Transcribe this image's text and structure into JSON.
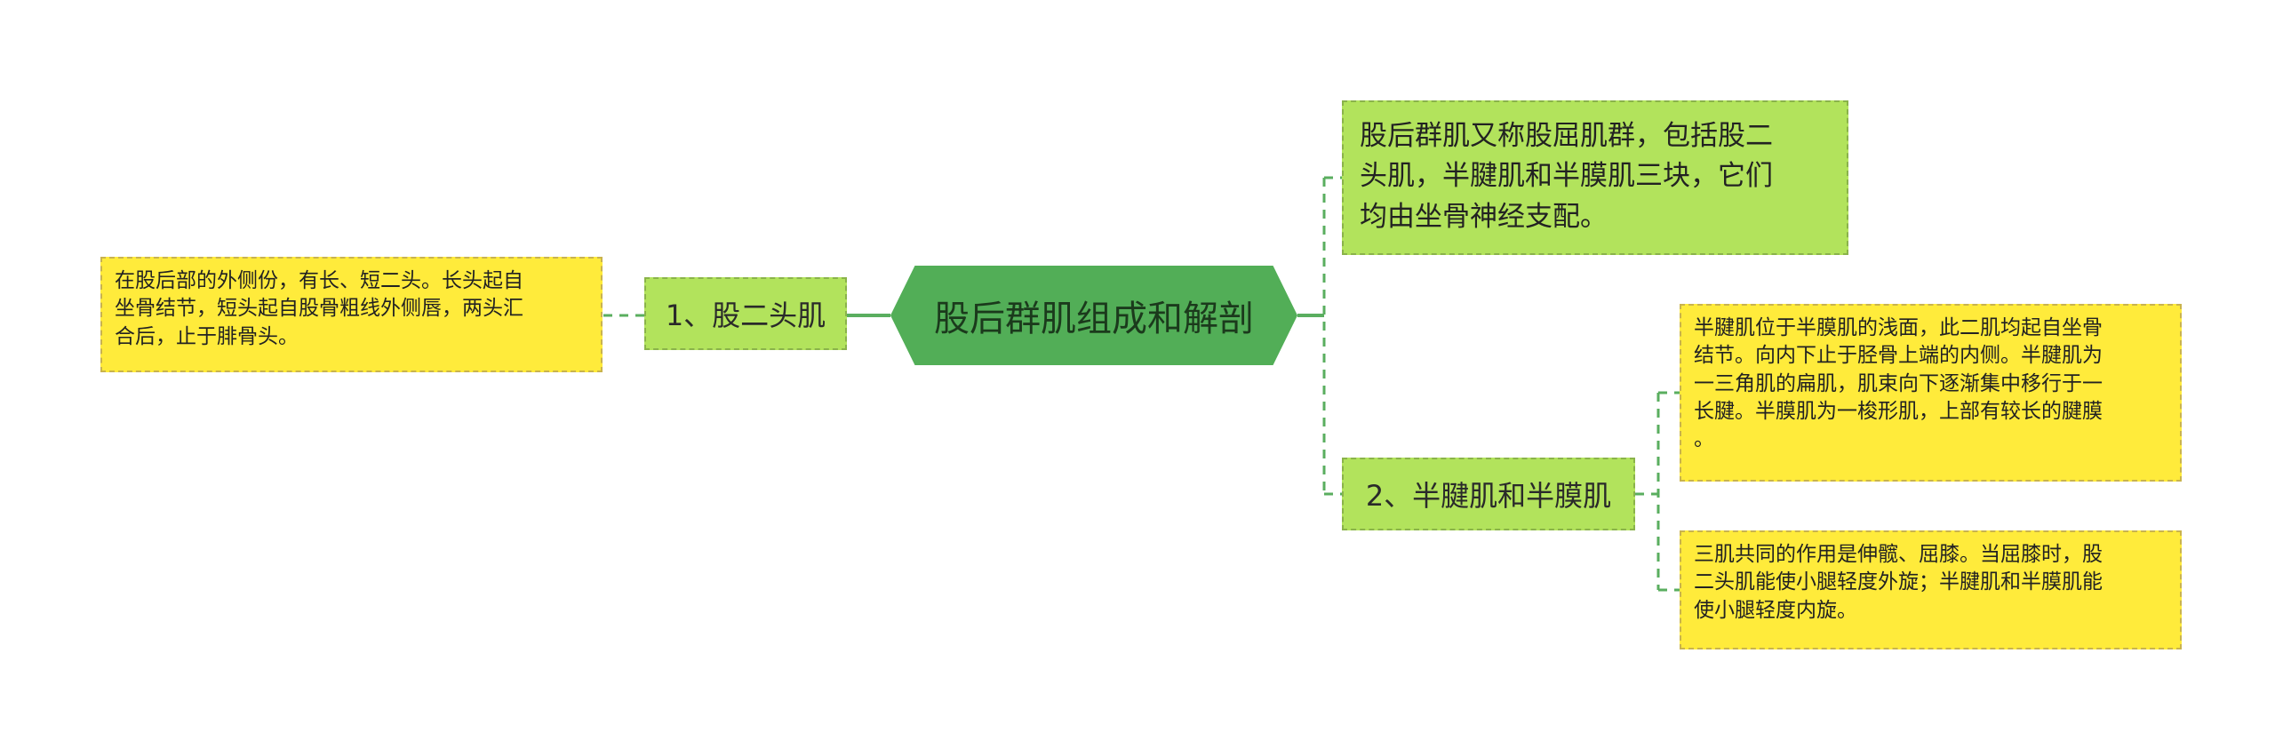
{
  "root": {
    "label": "股后群肌组成和解剖"
  },
  "left_branch": {
    "label": "1、股二头肌",
    "note": "在股后部的外侧份，有长、短二头。长头起自\n坐骨结节，短头起自股骨粗线外侧唇，两头汇\n合后，止于腓骨头。"
  },
  "right_top_note": "股后群肌又称股屈肌群，包括股二\n头肌，半腱肌和半膜肌三块，它们\n均由坐骨神经支配。",
  "right_branch": {
    "label": "2、半腱肌和半膜肌",
    "notes": [
      "半腱肌位于半膜肌的浅面，此二肌均起自坐骨\n结节。向内下止于胫骨上端的内侧。半腱肌为\n一三角肌的扁肌，肌束向下逐渐集中移行于一\n长腱。半膜肌为一梭形肌，上部有较长的腱膜\n。",
      "三肌共同的作用是伸髋、屈膝。当屈膝时，股\n二头肌能使小腿轻度外旋；半腱肌和半膜肌能\n使小腿轻度内旋。"
    ]
  },
  "colors": {
    "root_fill": "#52ae57",
    "branch_fill": "#b2e35c",
    "leaf_yellow": "#ffeb3b",
    "connector": "#5aae5f"
  }
}
